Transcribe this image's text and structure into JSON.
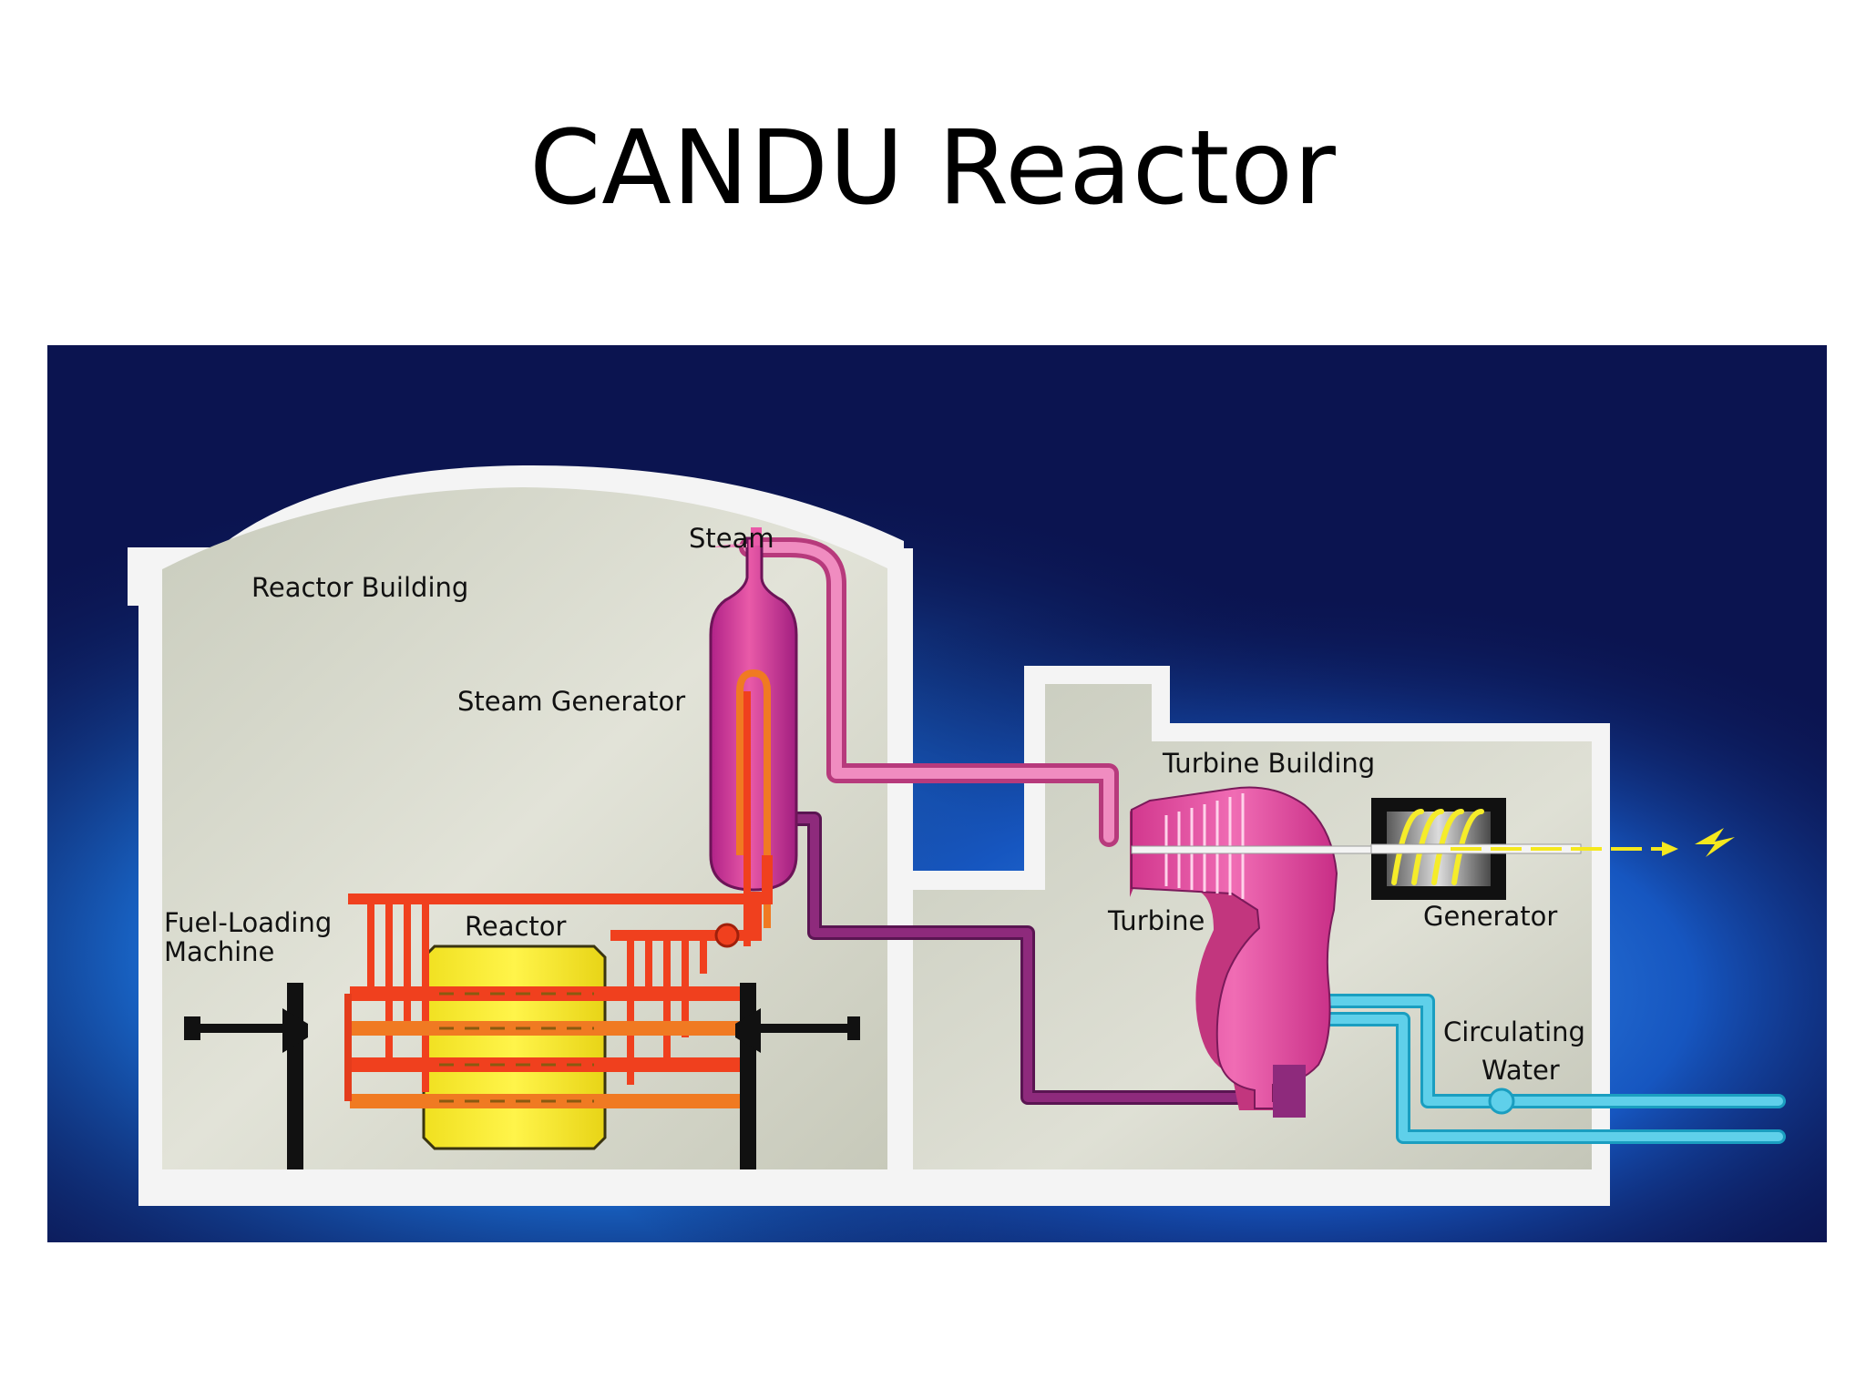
{
  "title": "CANDU Reactor",
  "labels": {
    "steam": "Steam",
    "reactor_building": "Reactor Building",
    "steam_generator": "Steam Generator",
    "turbine_building": "Turbine Building",
    "fuel_loading_line1": "Fuel-Loading",
    "fuel_loading_line2": "Machine",
    "reactor": "Reactor",
    "turbine": "Turbine",
    "generator": "Generator",
    "circulating_line1": "Circulating",
    "circulating_line2": "Water"
  },
  "colors": {
    "background_dark": "#0b1450",
    "background_glow": "#1a6fd6",
    "building_fill": "#d3d5c6",
    "building_wall": "#f4f4f4",
    "steam_pipe": "#e8559c",
    "return_pipe": "#8e2a7c",
    "hot_coolant": "#f0401e",
    "warm_coolant": "#f07a22",
    "reactor_core": "#f5ec2a",
    "cooling_water": "#5fd0ea",
    "electricity": "#f5e81e"
  },
  "icons": [
    "lightning-bolt-icon"
  ]
}
